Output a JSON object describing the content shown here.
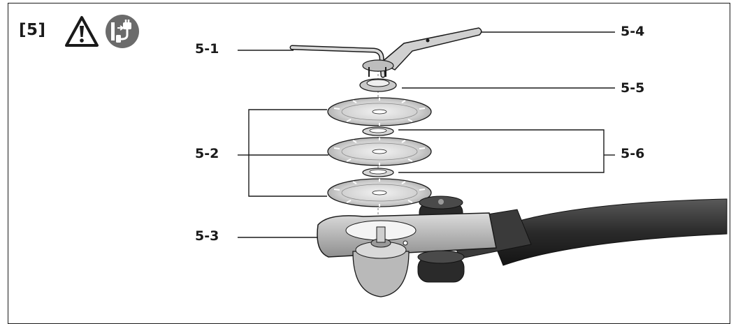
{
  "figure": {
    "number": "[5]"
  },
  "icons": {
    "warning": "warning-triangle-icon",
    "unplug": "unplug-power-icon"
  },
  "callouts": {
    "c1": "5-1",
    "c2": "5-2",
    "c3": "5-3",
    "c4": "5-4",
    "c5": "5-5",
    "c6": "5-6"
  },
  "colors": {
    "line": "#1a1a1a",
    "metal": "#c8c8c8",
    "dark": "#2e2e2e"
  }
}
